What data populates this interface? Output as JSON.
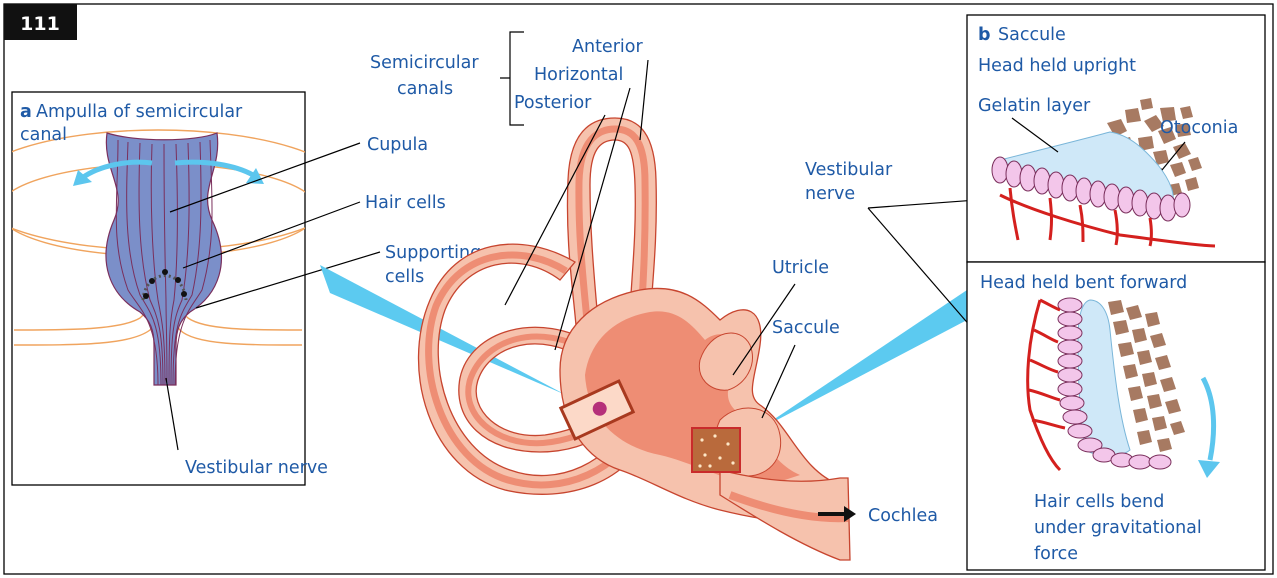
{
  "figure_number": "111",
  "colors": {
    "label_blue": "#1f5aa6",
    "canal_outer": "#f6c2ad",
    "canal_inner": "#ee8d74",
    "canal_stroke": "#c7452f",
    "cupula_fill": "#7b8fc9",
    "cupula_lines": "#7a2f5c",
    "nerve_red": "#d4201e",
    "hair_cell_pink": "#f3c6ea",
    "gelatin_blue": "#cfe8f8",
    "otoconia_brown": "#a77a62",
    "beam_blue": "#5ccaf0",
    "arrow_blue": "#5cc6ee"
  },
  "panel_a": {
    "letter": "a",
    "title_line1": "Ampulla of semicircular",
    "title_line2": "canal",
    "labels": {
      "cupula": "Cupula",
      "hair_cells": "Hair cells",
      "supporting_line1": "Supporting",
      "supporting_line2": "cells",
      "nerve": "Vestibular nerve"
    }
  },
  "center": {
    "canals_line1": "Semicircular",
    "canals_line2": "canals",
    "anterior": "Anterior",
    "horizontal": "Horizontal",
    "posterior": "Posterior",
    "utricle": "Utricle",
    "saccule": "Saccule",
    "cochlea": "Cochlea",
    "nerve_line1": "Vestibular",
    "nerve_line2": "nerve"
  },
  "panel_b": {
    "letter": "b",
    "title": "Saccule",
    "upright": "Head held upright",
    "gelatin": "Gelatin layer",
    "otoconia": "Otoconia",
    "bent": "Head held bent forward",
    "bend_line1": "Hair cells bend",
    "bend_line2": "under gravitational",
    "bend_line3": "force"
  }
}
